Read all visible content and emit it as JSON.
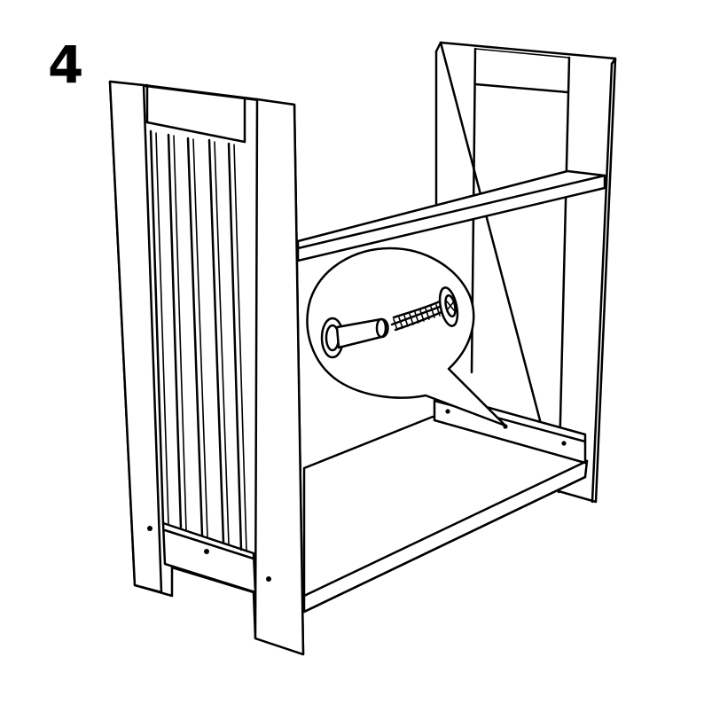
{
  "step": {
    "number": "4"
  },
  "illustration": {
    "subject": "storage-bench-frame",
    "fastener": "screw-and-barrel-nut",
    "line_color": "#000000",
    "background_color": "#ffffff"
  }
}
